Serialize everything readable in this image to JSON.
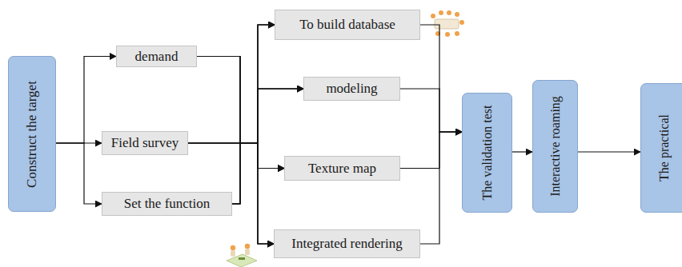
{
  "diagram": {
    "nodes": [
      {
        "text": [
          "Construct the target"
        ]
      },
      {
        "text": [
          "demand"
        ]
      },
      {
        "text": [
          "Field survey"
        ]
      },
      {
        "text": [
          "Set the function"
        ]
      },
      {
        "text": [
          "To build database"
        ]
      },
      {
        "text": [
          "modeling"
        ]
      },
      {
        "text": [
          "Texture map"
        ]
      },
      {
        "text": [
          "Integrated rendering"
        ]
      },
      {
        "text": [
          "The validation test"
        ]
      },
      {
        "text": [
          "Interactive roaming"
        ]
      },
      {
        "text": [
          "The practical"
        ]
      }
    ],
    "edges": [
      {
        "from": 0,
        "to": 1,
        "arrow": "to"
      },
      {
        "from": 0,
        "to": 2,
        "arrow": "to"
      },
      {
        "from": 0,
        "to": 3,
        "arrow": "to"
      },
      {
        "from": 1,
        "to": 4,
        "arrow": "to"
      },
      {
        "from": 1,
        "to": 5,
        "arrow": "to"
      },
      {
        "from": 1,
        "to": 6,
        "arrow": "to"
      },
      {
        "from": 1,
        "to": 7,
        "arrow": "to"
      },
      {
        "from": 2,
        "to": 4,
        "arrow": "to"
      },
      {
        "from": 2,
        "to": 5,
        "arrow": "to"
      },
      {
        "from": 2,
        "to": 6,
        "arrow": "to"
      },
      {
        "from": 2,
        "to": 7,
        "arrow": "to"
      },
      {
        "from": 3,
        "to": 4,
        "arrow": "to"
      },
      {
        "from": 3,
        "to": 5,
        "arrow": "to"
      },
      {
        "from": 3,
        "to": 6,
        "arrow": "to"
      },
      {
        "from": 3,
        "to": 7,
        "arrow": "to"
      },
      {
        "from": 4,
        "to": 8,
        "arrow": "to"
      },
      {
        "from": 5,
        "to": 8,
        "arrow": "to"
      },
      {
        "from": 6,
        "to": 8,
        "arrow": "to"
      },
      {
        "from": 7,
        "to": 8,
        "arrow": "to"
      },
      {
        "from": 8,
        "to": 9,
        "arrow": "to"
      },
      {
        "from": 9,
        "to": 10,
        "arrow": "to"
      }
    ]
  }
}
